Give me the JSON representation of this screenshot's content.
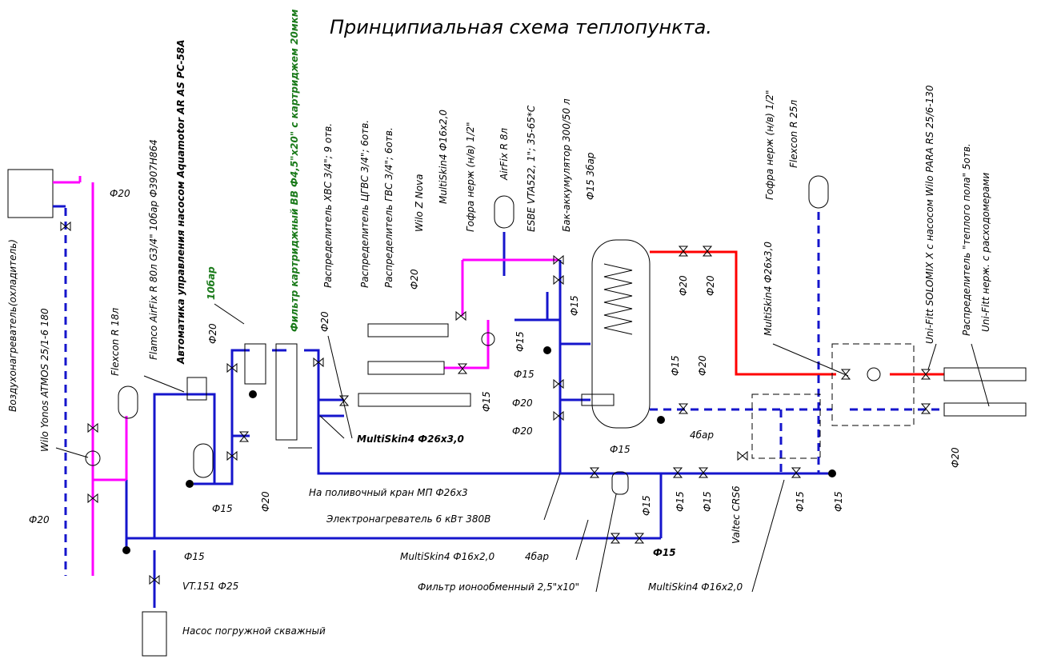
{
  "title": "Принципиальная схема теплопункта.",
  "labels": {
    "air_heater": "Воздухонагреватель(охладитель)",
    "wilo_atmos": "Wilo Yonos ATMOS 25/1-6 180",
    "flexcon18": "Flexcon R 18л",
    "flamco": "Flamco AirFix R 80л  G3/4\"  10бар Ф3907H864",
    "automatics": "Автоматика управления насосом Aquamotor AR AS PC-58A",
    "filter_cart": "Фильтр картриджный ВВ Ф4,5\"х20\" с картриджем 20мкм",
    "p10": "10бар",
    "dist_xvs": "Распределитель ХВС 3/4\"; 9 отв.",
    "dist_cgvs": "Распределитель ЦГВС 3/4\"; 6отв.",
    "dist_gvs": "Распределитель ГВС 3/4\"; 6отв.",
    "wilo_z": "Wilo Z Nova",
    "ms16_top": "MultiSkin4   Ф16х2,0",
    "gofra_top": "Гофра нерж (н/в) 1/2\"",
    "airfix8": "AirFix R 8л",
    "esbe": "ESBE VTA522, 1\"; 35-65*C",
    "tank": "Бак-аккумулятор 300/50 л",
    "f15_3bar": "Ф15 3бар",
    "gofra_right": "Гофра нерж (н/в) 1/2\"",
    "flexcon25": "Flexcon R 25л",
    "ms26_right": "MultiSkin4   Ф26х3,0",
    "unifitt_solomix": "Uni-Fitt SOLOMIX X с насосом Wilo PARA RS 25/6-130",
    "dist_floor": "Распределитель \"теплого пола\" 5отв.",
    "unifitt_meter": "Uni-Fitt нерж. с расходомерами",
    "ms26_main": "MultiSkin4   Ф26х3,0",
    "watering": "На поливочный кран МП Ф26х3",
    "electric_heater": "Электронагреватель 6 кВт 380В",
    "ms16_bottom_left": "MultiSkin4   Ф16х2,0",
    "p4bar_a": "4бар",
    "ion_filter": "Фильтр ионообменный 2,5\"х10\"",
    "ms16_bottom_right": "MultiSkin4   Ф16х2,0",
    "p4bar_b": "4бар",
    "valtec": "Valtec CRS6",
    "vt151": "VT.151 Ф25",
    "pump_well": "Насос погружной скважный",
    "f15": "Ф15",
    "f20": "Ф20"
  },
  "colors": {
    "cold_water": "#1515cc",
    "hot_water": "#ff00ff",
    "heating_supply": "#ff0000",
    "green_text": "#1a7a1a"
  }
}
